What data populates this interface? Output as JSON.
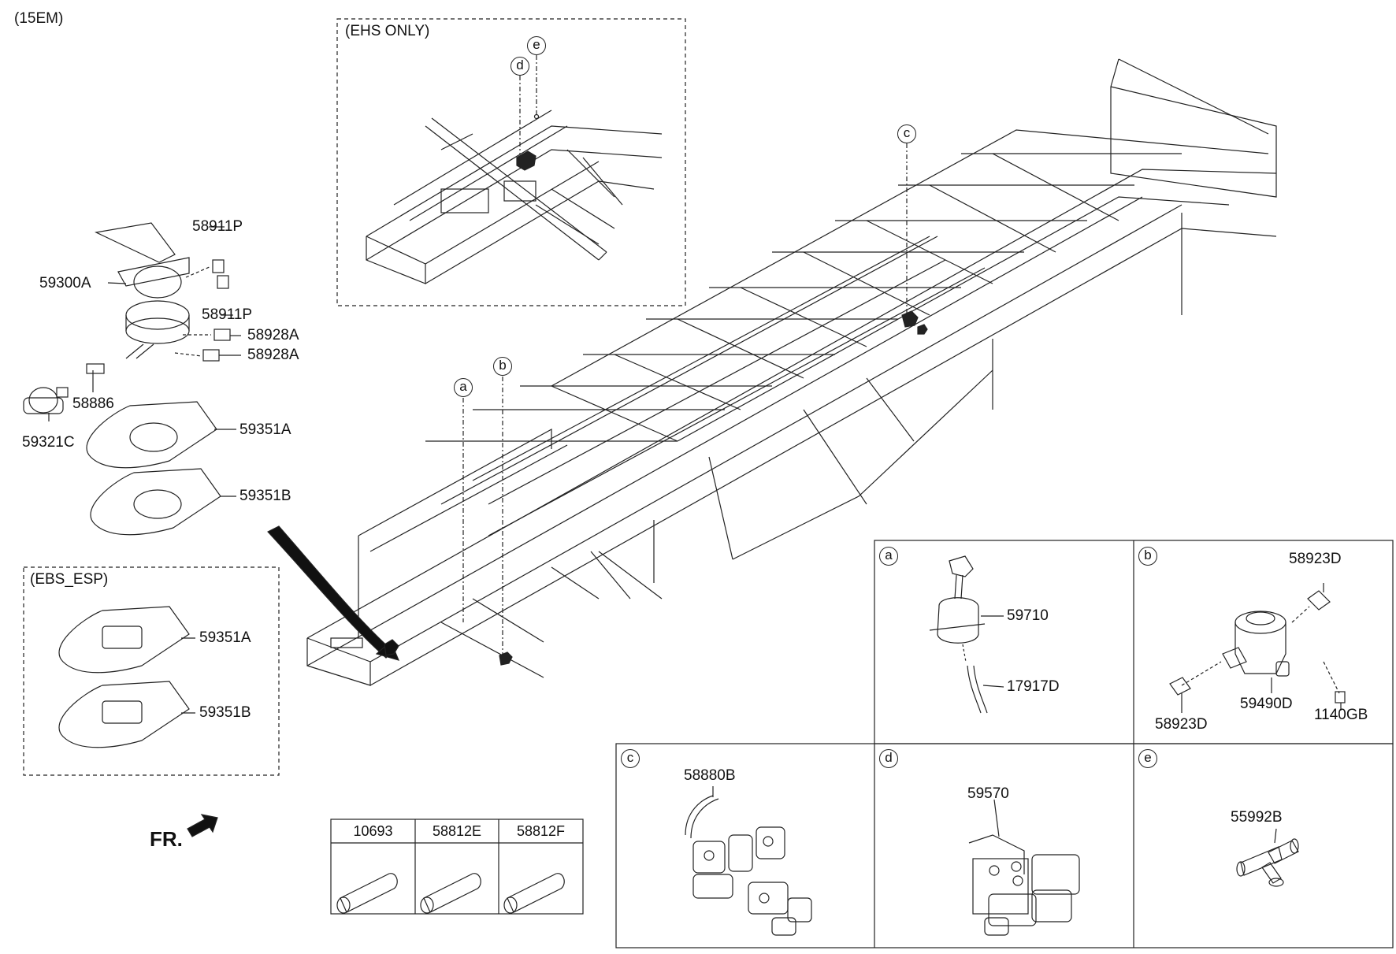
{
  "header": {
    "code": "(15EM)"
  },
  "insets": {
    "ehs": {
      "label": "(EHS ONLY)",
      "callouts": [
        "e",
        "d"
      ]
    },
    "ebs": {
      "label": "(EBS_ESP)",
      "parts": [
        "59351A",
        "59351B"
      ]
    }
  },
  "frame_callouts": [
    "a",
    "b",
    "c"
  ],
  "brake_valve_parts": {
    "p58911P_top": "58911P",
    "p59300A": "59300A",
    "p58911P_bot": "58911P",
    "p58928A_top": "58928A",
    "p58928A_bot": "58928A",
    "p58886": "58886",
    "p59321C": "59321C",
    "p59351A": "59351A",
    "p59351B": "59351B"
  },
  "detail_panels": {
    "a": {
      "letter": "a",
      "parts": [
        "59710",
        "17917D"
      ]
    },
    "b": {
      "letter": "b",
      "parts": [
        "58923D",
        "58923D",
        "59490D",
        "1140GB"
      ]
    },
    "c": {
      "letter": "c",
      "parts": [
        "58880B"
      ]
    },
    "d": {
      "letter": "d",
      "parts": [
        "59570"
      ]
    },
    "e": {
      "letter": "e",
      "parts": [
        "55992B"
      ]
    }
  },
  "sleeve_table": {
    "headers": [
      "10693",
      "58812E",
      "58812F"
    ]
  },
  "direction": {
    "label": "FR."
  }
}
